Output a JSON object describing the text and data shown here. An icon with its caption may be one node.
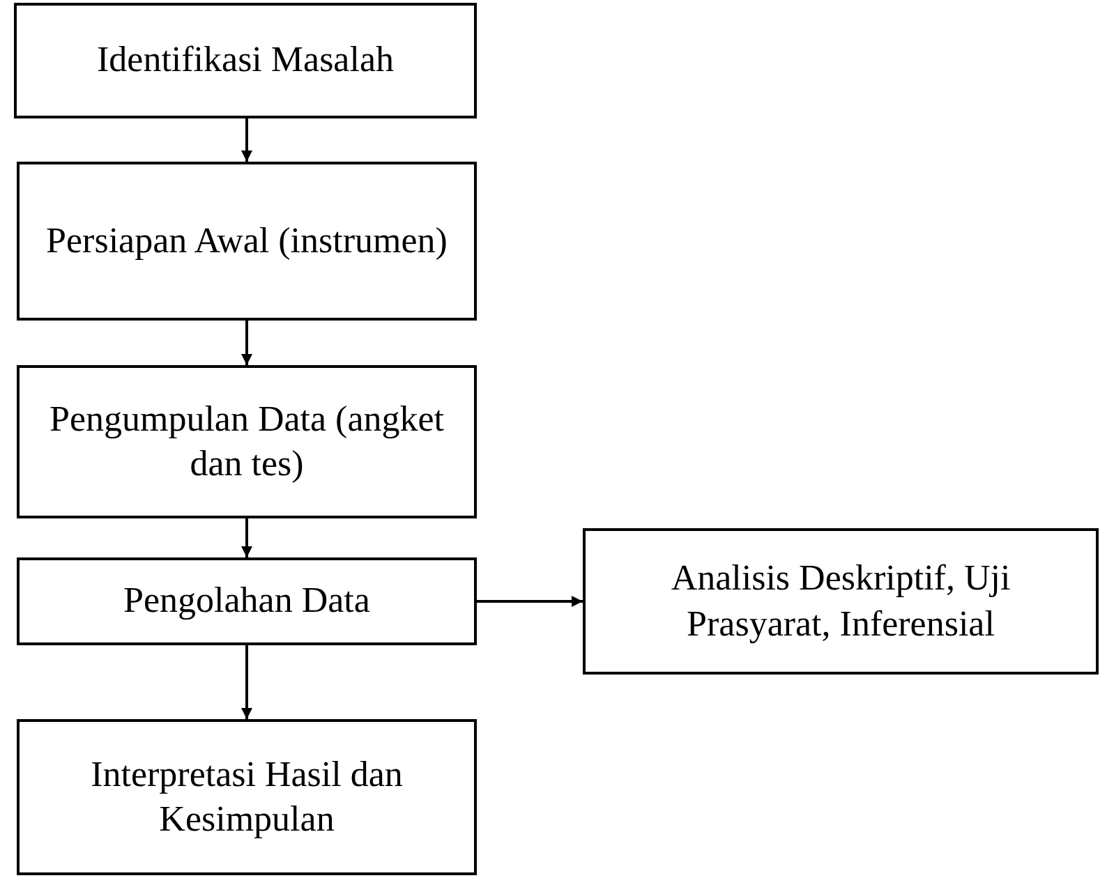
{
  "diagram": {
    "nodes": [
      {
        "text": [
          "Identifikasi Masalah"
        ]
      },
      {
        "text": [
          "Persiapan Awal (instrumen)"
        ]
      },
      {
        "text": [
          "Pengumpulan Data (angket dan tes)"
        ]
      },
      {
        "text": [
          "Pengolahan Data"
        ]
      },
      {
        "text": [
          "Analisis Deskriptif, Uji Prasyarat, Inferensial"
        ]
      },
      {
        "text": [
          "Interpretasi Hasil dan Kesimpulan"
        ]
      }
    ],
    "edges": [
      {
        "from": 0,
        "to": 1,
        "arrow": "to"
      },
      {
        "from": 1,
        "to": 2,
        "arrow": "to"
      },
      {
        "from": 2,
        "to": 3,
        "arrow": "to"
      },
      {
        "from": 3,
        "to": 4,
        "arrow": "to"
      },
      {
        "from": 3,
        "to": 5,
        "arrow": "to"
      }
    ]
  }
}
